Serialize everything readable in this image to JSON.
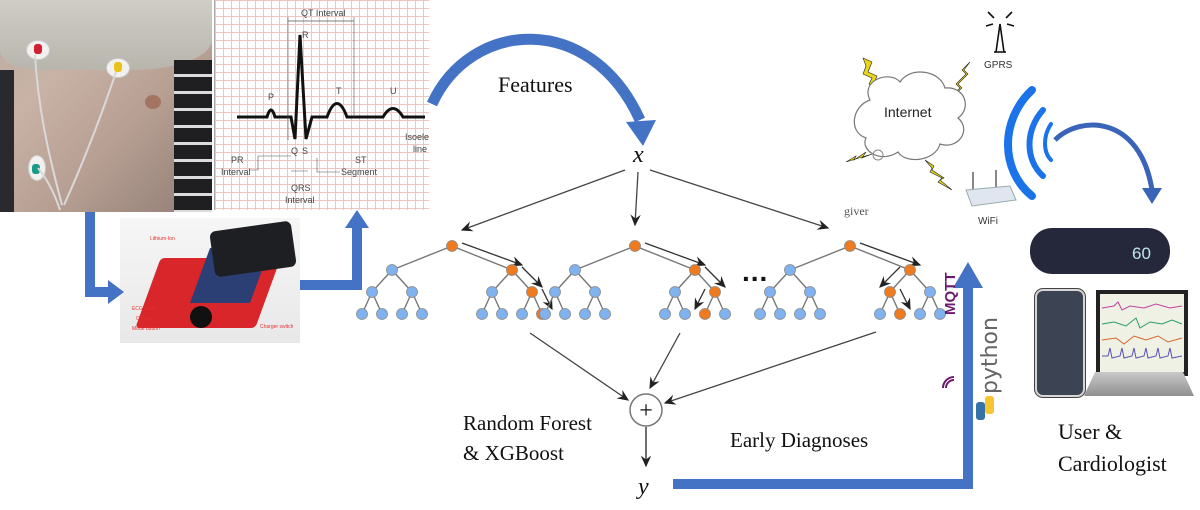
{
  "diagram": {
    "title": "ECG-based early diagnosis pipeline with Random Forest & XGBoost and IoT delivery",
    "labels": {
      "features": "Features",
      "x_variable": "x",
      "y_variable": "y",
      "model": [
        "Random Forest",
        "& XGBoost"
      ],
      "aggregator_symbol": "+",
      "early_diagnoses": "Early Diagnoses",
      "user": [
        "User &",
        "Cardiologist"
      ],
      "ellipsis": "...",
      "giver": "giver"
    },
    "ecg": {
      "waves": [
        "P",
        "R",
        "T",
        "U",
        "Q",
        "S"
      ],
      "annotations": [
        "QT Interval",
        "PR",
        "Interval",
        "QRS",
        "Interval",
        "ST",
        "Segment",
        "Isoelectric",
        "line"
      ]
    },
    "device": {
      "labels": [
        "Lithium-Ion",
        "ECG leads",
        "Charger",
        "Mode button",
        "Charger switch"
      ]
    },
    "network": {
      "internet": "Internet",
      "gprs": "GPRS",
      "wifi": "WiFi",
      "mqtt": "MQTT",
      "python": "python"
    },
    "monitor": {
      "heart_rate": "60"
    },
    "trees": {
      "count_shown": 3,
      "node_colors": {
        "normal": "#7fb2ee",
        "path": "#f07b1e"
      }
    },
    "colors": {
      "arrow_blue": "#4472c4",
      "wifi_blue": "#1a73e8",
      "mqtt_purple": "#6b1b6f"
    }
  }
}
